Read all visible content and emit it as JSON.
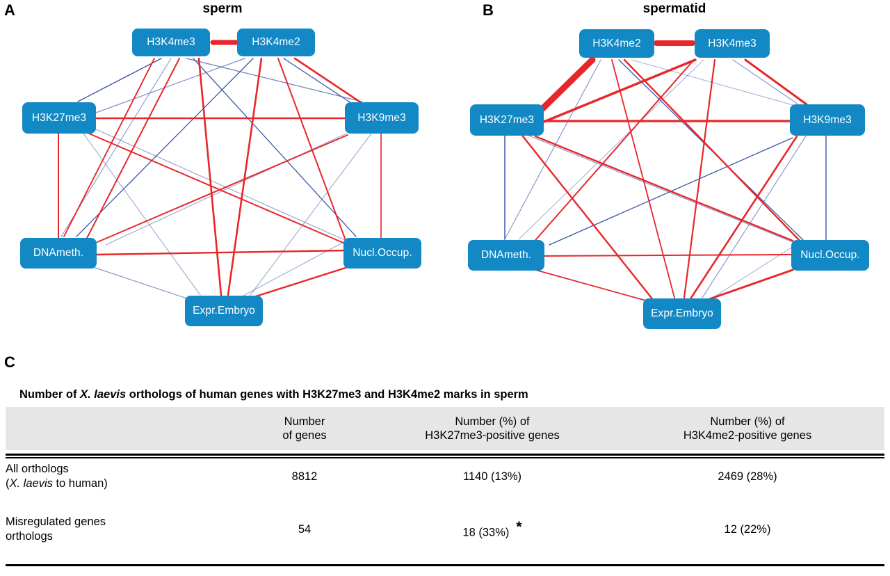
{
  "figure": {
    "panels": {
      "a": {
        "letter": "A",
        "title": "sperm",
        "nodes": [
          {
            "id": "h3k4me3",
            "label": "H3K4me3"
          },
          {
            "id": "h3k4me2",
            "label": "H3K4me2"
          },
          {
            "id": "h3k27me3",
            "label": "H3K27me3"
          },
          {
            "id": "h3k9me3",
            "label": "H3K9me3"
          },
          {
            "id": "dnameth",
            "label": "DNAmeth."
          },
          {
            "id": "nucloccup",
            "label": "Nucl.Occup."
          },
          {
            "id": "exprembryo",
            "label": "Expr.Embryo"
          }
        ]
      },
      "b": {
        "letter": "B",
        "title": "spermatid",
        "nodes": [
          {
            "id": "h3k4me2",
            "label": "H3K4me2"
          },
          {
            "id": "h3k4me3",
            "label": "H3K4me3"
          },
          {
            "id": "h3k27me3",
            "label": "H3K27me3"
          },
          {
            "id": "h3k9me3",
            "label": "H3K9me3"
          },
          {
            "id": "dnameth",
            "label": "DNAmeth."
          },
          {
            "id": "nucloccup",
            "label": "Nucl.Occup."
          },
          {
            "id": "exprembryo",
            "label": "Expr.Embryo"
          }
        ]
      },
      "c": {
        "letter": "C",
        "caption_part1": "Number of ",
        "caption_italic1": "X. laevis",
        "caption_part2": " orthologs of human genes with H3K27me3 and H3K4me2 marks in sperm"
      }
    },
    "colors": {
      "node_fill": "#1288c4",
      "node_text": "#ffffff",
      "positive_edge": "#e8262a",
      "negative_edge": "#3b56a5",
      "header_bg": "#e6e6e6",
      "rule": "#000000"
    }
  },
  "table": {
    "columns": [
      {
        "id": "row-label",
        "line1": "",
        "line2": ""
      },
      {
        "id": "num-genes",
        "line1": "Number",
        "line2": "of genes"
      },
      {
        "id": "h3k27me3-pos",
        "line1": "Number (%) of",
        "line2": "H3K27me3-positive genes"
      },
      {
        "id": "h3k4me2-pos",
        "line1": "Number (%) of",
        "line2": "H3K4me2-positive genes"
      }
    ],
    "rows": [
      {
        "id": "all-orthologs",
        "label_line1": "All orthologs",
        "label_pre": "(",
        "label_italic": "X. laevis",
        "label_post": " to human)",
        "num_genes": "8812",
        "h3k27me3_positive": "1140 (13%)",
        "h3k4me2_positive": "2469 (28%)",
        "significance": ""
      },
      {
        "id": "misregulated-genes-orthologs",
        "label_line1": "Misregulated genes",
        "label_pre": "",
        "label_italic": "",
        "label_post": "orthologs",
        "num_genes": "54",
        "h3k27me3_positive": "18 (33%)",
        "h3k4me2_positive": "12 (22%)",
        "significance": "*"
      }
    ]
  }
}
